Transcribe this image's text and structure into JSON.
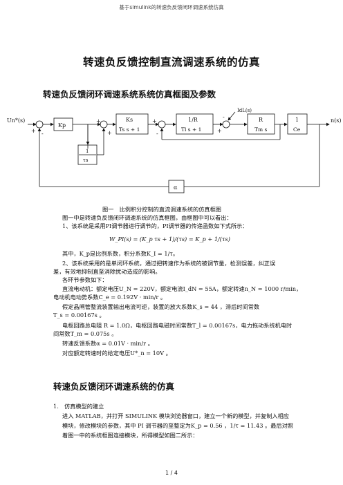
{
  "header": {
    "text": "基于simulink的转速负反馈闭环调速系统仿真"
  },
  "title": "转速负反馈控制直流调速系统的仿真",
  "section1": {
    "heading": "转速负反馈闭环调速系统系统仿真框图及参数",
    "diagram": {
      "input_label": "Un*(s)",
      "output_label": "n(s)",
      "disturbance_label": "IdL(s)",
      "kp": "Kp",
      "integrator_num": "1",
      "integrator_den": "τs",
      "converter_num": "Ks",
      "converter_den": "Ts s + 1",
      "armature_num": "1/R",
      "armature_den": "Tl s + 1",
      "mech_num": "R",
      "mech_den": "Tm s",
      "emf_num": "1",
      "emf_den": "Ce",
      "feedback_gain": "α",
      "plus": "+",
      "minus": "-"
    },
    "caption": "图一　比例积分控制的直流调速系统的仿真框图",
    "lines": [
      "图一中是转速负反馈闭环调速系统的仿真框图，由框图中可以看出：",
      "1、该系统是采用PI调节器进行调节的，PI调节器的传递函数如下式所示：",
      "W_PI(s) = (K_p τs + 1)/(τs) = K_p + 1/(τs)",
      "其中，K_p是比例系数，积分系数K_I = 1/τ。",
      "2、该系统采用的是单闭环系统，通过把转速作为系统的被调节量，检测误差，纠正误",
      "差，有效地抑制直至消除扰动造成的影响。",
      "各环节参数如下：",
      "直流电动机：额定电压U_N = 220V，额定电流I_dN = 55A，额定转速n_N = 1000 r/min，",
      "电动机电动势系数C_e = 0.192V · min/r 。",
      "假定晶闸管整流装置输出电流可逆，装置的放大系数K_s = 44 ，滞后时间常数",
      "T_s = 0.00167s 。",
      "电枢回路总电阻 R = 1.0Ω，电枢回路电磁时间常数T_l = 0.00167s，电力拖动系统机电时",
      "间常数T_m = 0.075s 。",
      "转速反馈系数α = 0.01V · min/r 。",
      "对应额定转速时的给定电压U*_n = 10V 。"
    ]
  },
  "section2": {
    "heading": "转速负反馈闭环调速系统的仿真",
    "lines": [
      "1.　仿真模型的建立",
      "进入 MATLAB，并打开 SIMULINK 模块浏览器窗口，建立一个新的模型，并复制入相应",
      "模块，修改模块的参数，其中 PI 调节器的至整定为K_p = 0.56 ，1/τ = 11.43 。最后对照",
      "着图一中的系统框图连接模块，所得模型如图二所示："
    ]
  },
  "footer": {
    "page": "1 / 4"
  }
}
